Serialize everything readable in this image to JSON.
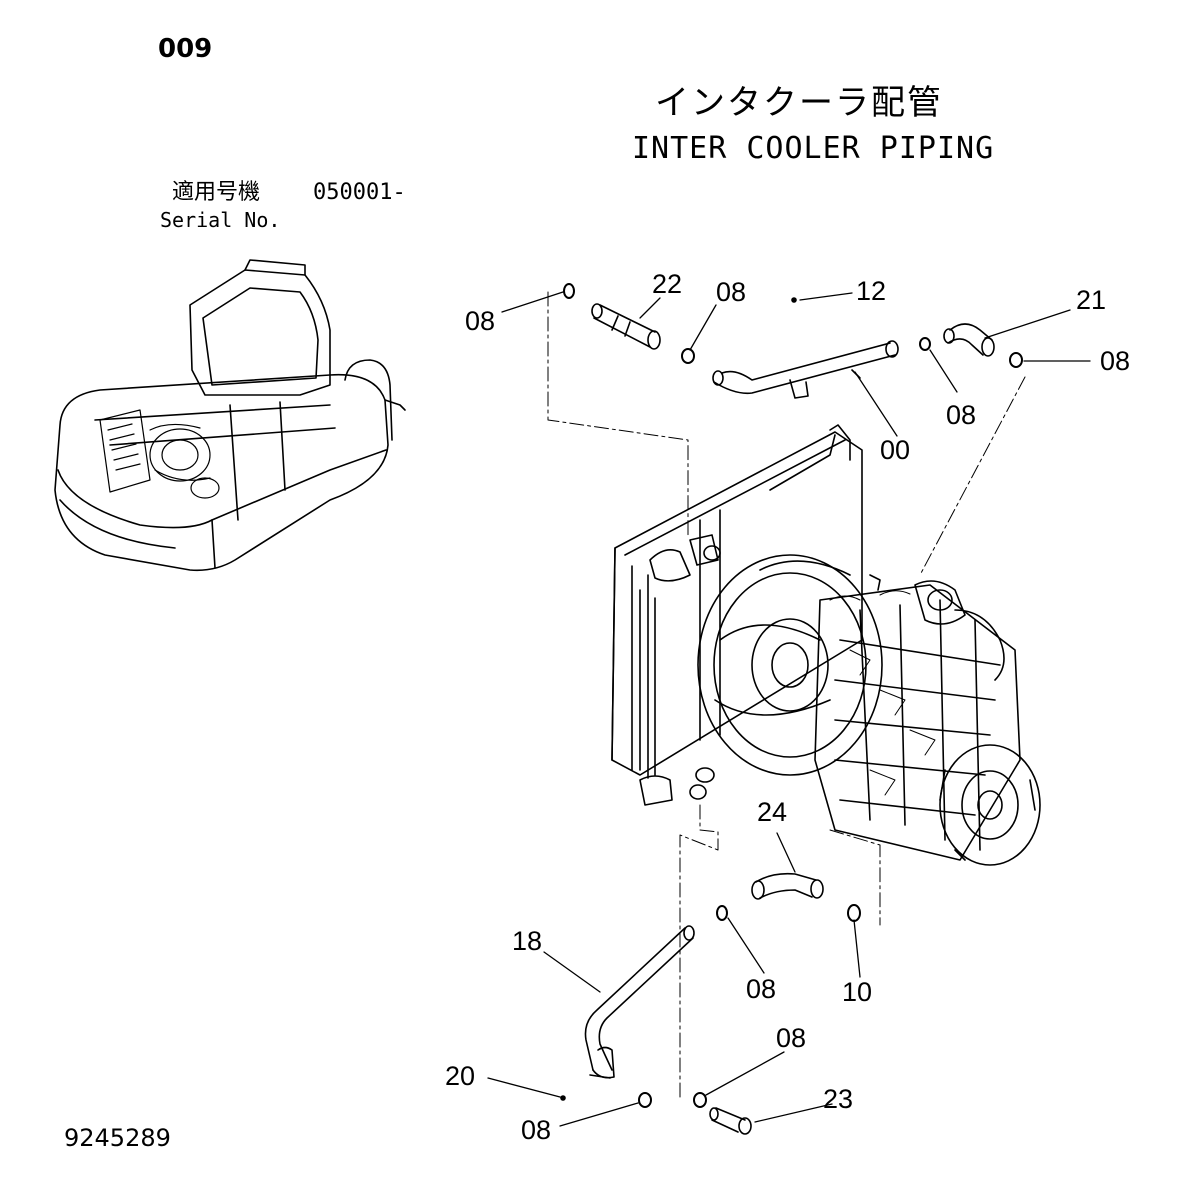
{
  "page": {
    "number": "009",
    "title_jp": "インタクーラ配管",
    "title_en": "INTER COOLER PIPING",
    "serial_label_jp": "適用号機",
    "serial_value": "050001-",
    "serial_label_en": "Serial No.",
    "figure_number": "9245289"
  },
  "callouts": [
    {
      "id": "c-08-a",
      "text": "08"
    },
    {
      "id": "c-22",
      "text": "22"
    },
    {
      "id": "c-08-b",
      "text": "08"
    },
    {
      "id": "c-12",
      "text": "12"
    },
    {
      "id": "c-21",
      "text": "21"
    },
    {
      "id": "c-08-c",
      "text": "08"
    },
    {
      "id": "c-08-d",
      "text": "08"
    },
    {
      "id": "c-00",
      "text": "00"
    },
    {
      "id": "c-24",
      "text": "24"
    },
    {
      "id": "c-18",
      "text": "18"
    },
    {
      "id": "c-08-e",
      "text": "08"
    },
    {
      "id": "c-10",
      "text": "10"
    },
    {
      "id": "c-08-f",
      "text": "08"
    },
    {
      "id": "c-20",
      "text": "20"
    },
    {
      "id": "c-23",
      "text": "23"
    },
    {
      "id": "c-08-g",
      "text": "08"
    }
  ]
}
